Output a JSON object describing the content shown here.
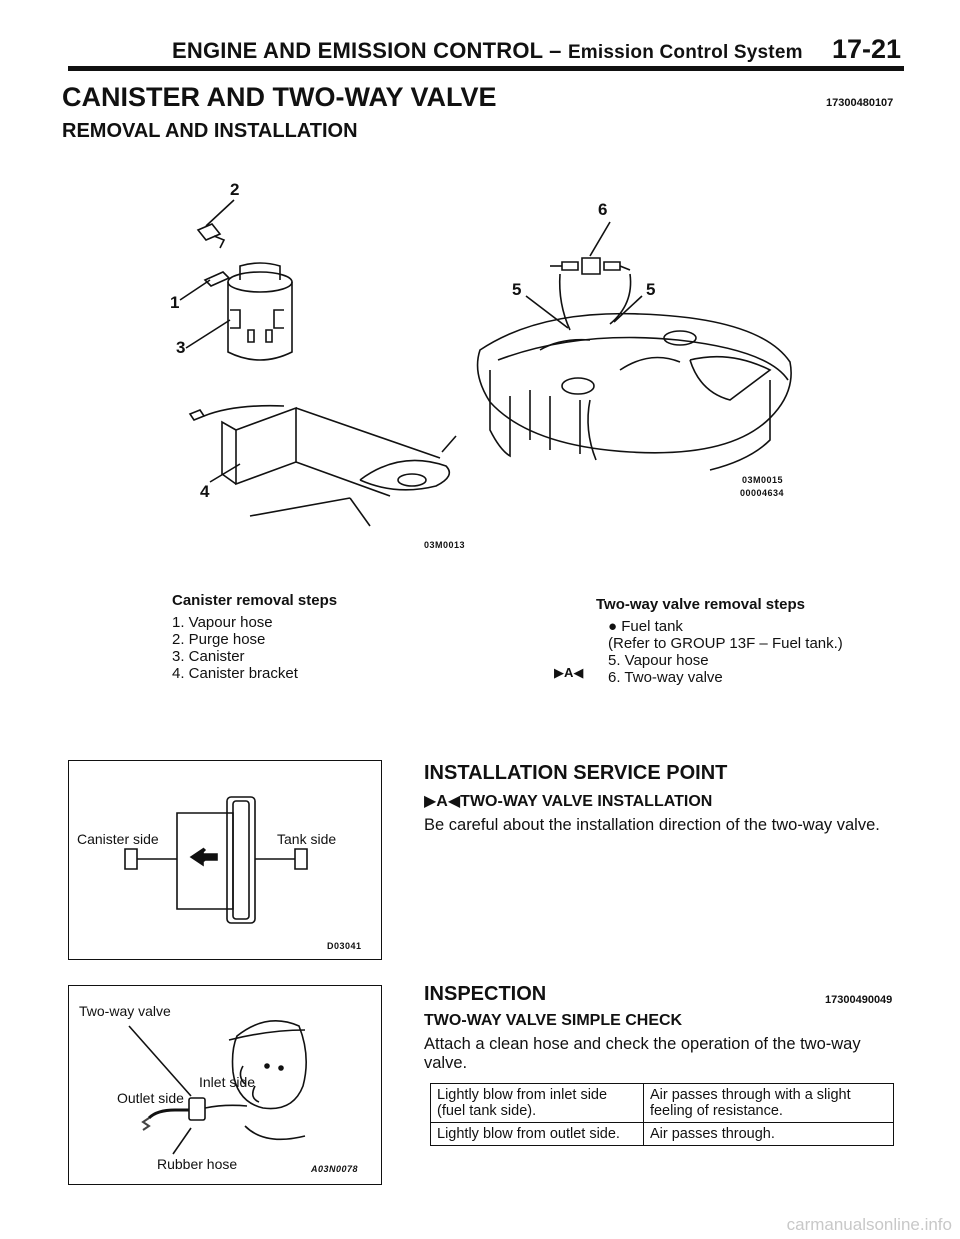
{
  "header": {
    "title_main": "ENGINE AND EMISSION CONTROL",
    "title_sep": " – ",
    "title_sub": "Emission Control System",
    "page_number": "17-21"
  },
  "section": {
    "title": "CANISTER AND TWO-WAY VALVE",
    "code": "17300480107",
    "subtitle": "REMOVAL AND INSTALLATION"
  },
  "fig_canister": {
    "callouts": [
      "2",
      "1",
      "3",
      "4"
    ],
    "code": "03M0013"
  },
  "fig_tank": {
    "callouts": [
      "6",
      "5",
      "5"
    ],
    "code1": "03M0015",
    "code2": "00004634"
  },
  "canister_steps": {
    "title": "Canister removal steps",
    "items": [
      "1. Vapour hose",
      "2. Purge hose",
      "3. Canister",
      "4. Canister bracket"
    ]
  },
  "valve_steps": {
    "title": "Two-way valve removal steps",
    "items": [
      "● Fuel tank",
      "(Refer to GROUP 13F – Fuel tank.)",
      "5. Vapour hose",
      "6. Two-way valve"
    ],
    "marker": "▶A◀"
  },
  "fig_valve": {
    "left_label": "Canister side",
    "right_label": "Tank side",
    "code": "D03041"
  },
  "fig_check": {
    "valve_label": "Two-way valve",
    "inlet_label": "Inlet side",
    "outlet_label": "Outlet side",
    "hose_label": "Rubber hose",
    "code": "A03N0078"
  },
  "install": {
    "title": "INSTALLATION SERVICE POINT",
    "marker": "▶A◀",
    "subtitle": "TWO-WAY VALVE INSTALLATION",
    "text": "Be careful about the installation direction of the two-way valve."
  },
  "inspection": {
    "title": "INSPECTION",
    "code": "17300490049",
    "subtitle": "TWO-WAY VALVE SIMPLE CHECK",
    "text": "Attach a clean hose and check the operation of the two-way valve.",
    "rows": [
      {
        "action": "Lightly blow from inlet side (fuel tank side).",
        "result": "Air passes through with a slight feeling of resistance."
      },
      {
        "action": "Lightly blow from outlet side.",
        "result": "Air passes through."
      }
    ]
  },
  "watermark": "carmanualsonline.info"
}
